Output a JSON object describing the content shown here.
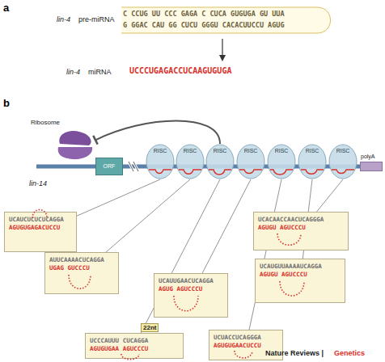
{
  "diagram": {
    "nodes": [
      {
        "text": [
          "Ribosome"
        ]
      },
      {
        "text": [
          "ORF"
        ]
      },
      {
        "text": [
          "RISC"
        ]
      },
      {
        "text": [
          "RISC"
        ]
      },
      {
        "text": [
          "RISC"
        ]
      },
      {
        "text": [
          "RISC"
        ]
      },
      {
        "text": [
          "RISC"
        ]
      },
      {
        "text": [
          "RISC"
        ]
      },
      {
        "text": [
          "RISC"
        ]
      },
      {
        "text": [
          "polyA"
        ]
      },
      {
        "text": [
          "UCAUCUCUCUCAGGA",
          "AGUGUGAGACUCCU"
        ]
      },
      {
        "text": [
          "AUUCAAAACUCAGGA",
          "UGAG GUCCCU"
        ]
      },
      {
        "text": [
          "UCCCAUUU CUCAGGA",
          "AGUGUGAA AGUCCCU"
        ]
      },
      {
        "text": [
          "UCAUUGAACUCAGGA",
          "AGUG AGUCCCU"
        ]
      },
      {
        "text": [
          "UCUACCUCAGGGA",
          "AGUGUGAACUCCU"
        ]
      },
      {
        "text": [
          "UCACAACCAACUCAGGGA",
          "AGUGU AGUCCCU"
        ]
      },
      {
        "text": [
          "UCAUGUUAAAAUCAGGA",
          "AGUGU AGUCCCU"
        ]
      }
    ],
    "edges": [
      {
        "from": 2,
        "to": 10,
        "arrow": "none"
      },
      {
        "from": 3,
        "to": 11,
        "arrow": "none"
      },
      {
        "from": 4,
        "to": 12,
        "arrow": "none"
      },
      {
        "from": 5,
        "to": 13,
        "arrow": "none"
      },
      {
        "from": 6,
        "to": 14,
        "arrow": "none"
      },
      {
        "from": 7,
        "to": 16,
        "arrow": "none"
      },
      {
        "from": 8,
        "to": 15,
        "arrow": "none"
      },
      {
        "from": 4,
        "to": 0,
        "arrow": "to"
      }
    ],
    "labels": [
      "a",
      "lin-4",
      "pre-miRNA",
      "C CCUG UU CCC GAGA C CUCA GUGUGA GU UUA",
      "G GGAC CAU GG CUCU GGGU CACACUUCCU AGUG",
      "lin-4",
      "miRNA",
      "UCCCUGAGACCUCAAGUGUGA",
      "b",
      "lin-14",
      "22nt",
      "Nature Reviews |",
      "Genetics"
    ]
  }
}
